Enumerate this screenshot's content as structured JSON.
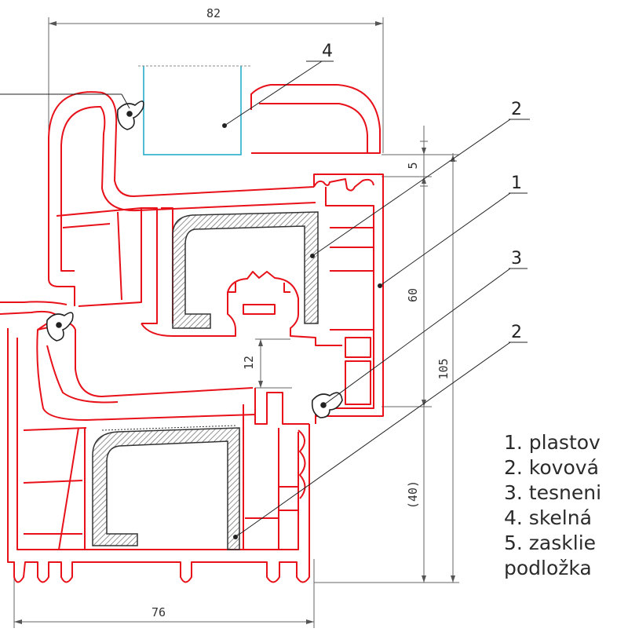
{
  "dimensions": {
    "top_width": "82",
    "bottom_width": "76",
    "right_5": "5",
    "right_60": "60",
    "right_105": "105",
    "right_40": "(40)",
    "middle_12": "12"
  },
  "callouts": {
    "c4": "4",
    "c2_top": "2",
    "c1": "1",
    "c3": "3",
    "c2_bottom": "2"
  },
  "legend": {
    "item1": "1. plastov",
    "item2": "2. kovová",
    "item3": "3. tesneni",
    "item4": "4. skelná",
    "item5_line1": "5. zasklie",
    "item5_line2": "podložka"
  },
  "colors": {
    "profile": "#e8111a",
    "dimension": "#555555",
    "glass": "#1aa7c9",
    "steel": "#555555"
  }
}
